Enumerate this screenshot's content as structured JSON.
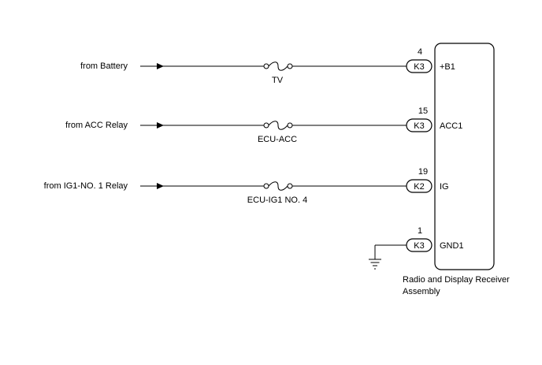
{
  "circuits": [
    {
      "source": "from Battery",
      "fuse": "TV",
      "pin": "4",
      "connector": "K3",
      "terminal": "+B1"
    },
    {
      "source": "from ACC Relay",
      "fuse": "ECU-ACC",
      "pin": "15",
      "connector": "K3",
      "terminal": "ACC1"
    },
    {
      "source": "from IG1-NO. 1 Relay",
      "fuse": "ECU-IG1 NO. 4",
      "pin": "19",
      "connector": "K2",
      "terminal": "IG"
    }
  ],
  "ground": {
    "pin": "1",
    "connector": "K3",
    "terminal": "GND1"
  },
  "component": {
    "label_line1": "Radio and Display Receiver",
    "label_line2": "Assembly"
  }
}
